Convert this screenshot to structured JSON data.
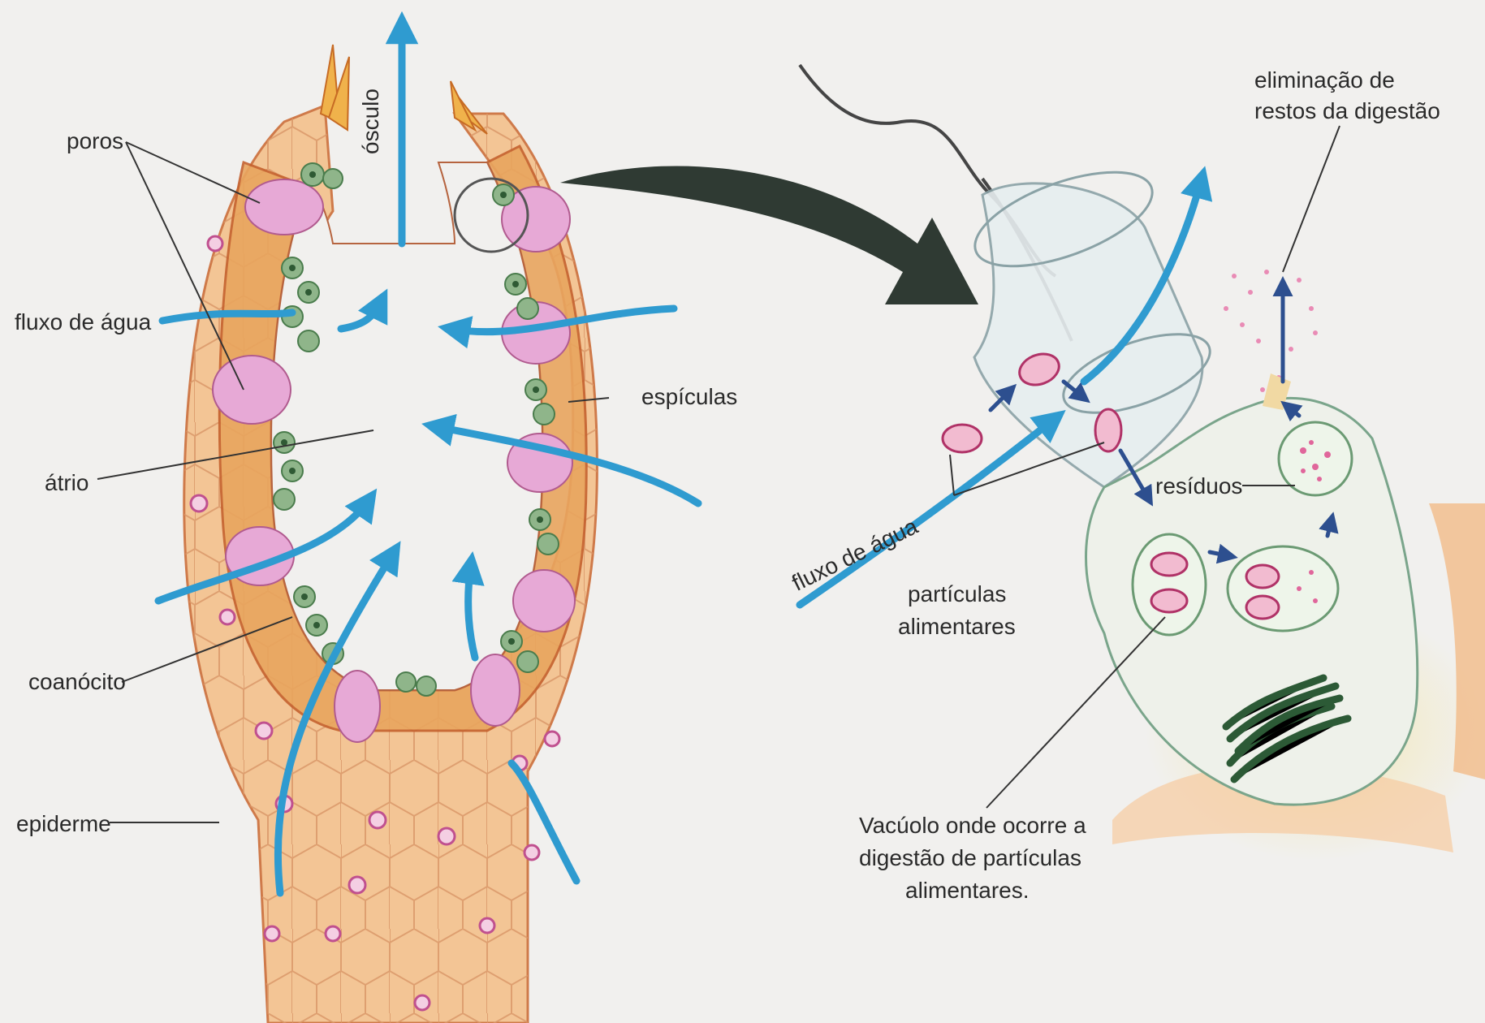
{
  "labels": {
    "osculo": "ósculo",
    "poros": "poros",
    "fluxo_left": "fluxo de água",
    "atrio": "átrio",
    "espiculas": "espículas",
    "coanocito": "coanócito",
    "epiderme": "epiderme",
    "eliminacao_line1": "eliminação de",
    "eliminacao_line2": "restos da digestão",
    "residuos": "resíduos",
    "fluxo_right": "fluxo de água",
    "particulas_line1": "partículas",
    "particulas_line2": "alimentares",
    "vacuolo_line1": "Vacúolo onde ocorre a",
    "vacuolo_line2": "digestão de partículas",
    "vacuolo_line3": "alimentares."
  },
  "colors": {
    "water_flow": "#2f9bd0",
    "sponge_body": "#f3c595",
    "sponge_outline": "#cf7a4a",
    "choanocyte": "#8fb58a",
    "porocyte": "#e7a9d6",
    "nucleus": "#d95aa6",
    "label_text": "#2a2a2a",
    "big_arrow": "#2f3a33"
  }
}
